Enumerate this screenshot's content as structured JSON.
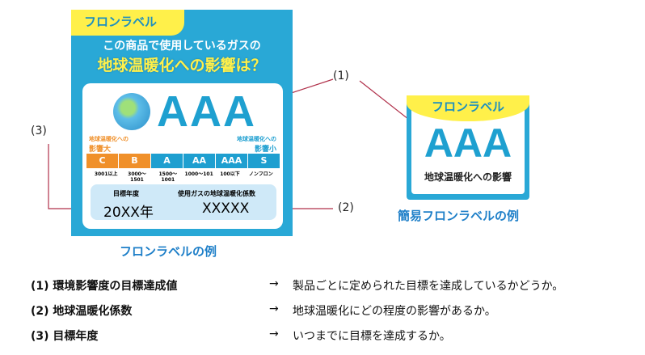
{
  "label": {
    "badge": "フロンラベル",
    "line1": "この商品で使用しているガスの",
    "line2": "地球温暖化への影響は？",
    "grade": "AAA",
    "left_note": [
      "地球温暖化への",
      "影響大"
    ],
    "right_note": [
      "地球温暖化への",
      "影響小"
    ],
    "scale": [
      {
        "g": "C",
        "v": "3001以上",
        "c": "#f0902a"
      },
      {
        "g": "B",
        "v": "3000～1501",
        "c": "#f0902a"
      },
      {
        "g": "A",
        "v": "1500～1001",
        "c": "#1e9fd0"
      },
      {
        "g": "AA",
        "v": "1000～101",
        "c": "#1e9fd0"
      },
      {
        "g": "AAA",
        "v": "100以下",
        "c": "#1e9fd0"
      },
      {
        "g": "S",
        "v": "ノンフロン",
        "c": "#1e9fd0"
      }
    ],
    "target_year_label": "目標年度",
    "target_year": "20XX年",
    "gwp_label": "使用ガスの地球温暖化係数",
    "gwp": "XXXXX",
    "caption": "フロンラベルの例"
  },
  "simple": {
    "badge": "フロンラベル",
    "grade": "AAA",
    "text": "地球温暖化への影響",
    "caption": "簡易フロンラベルの例"
  },
  "callouts": {
    "c1": "(1)",
    "c2": "(2)",
    "c3": "(3)"
  },
  "rows": [
    {
      "l": "(1) 環境影響度の目標達成値",
      "a": "→",
      "r": "製品ごとに定められた目標を達成しているかどうか。"
    },
    {
      "l": "(2) 地球温暖化係数",
      "a": "→",
      "r": "地球温暖化にどの程度の影響があるか。"
    },
    {
      "l": "(3) 目標年度",
      "a": "→",
      "r": "いつまでに目標を達成するか。"
    }
  ]
}
